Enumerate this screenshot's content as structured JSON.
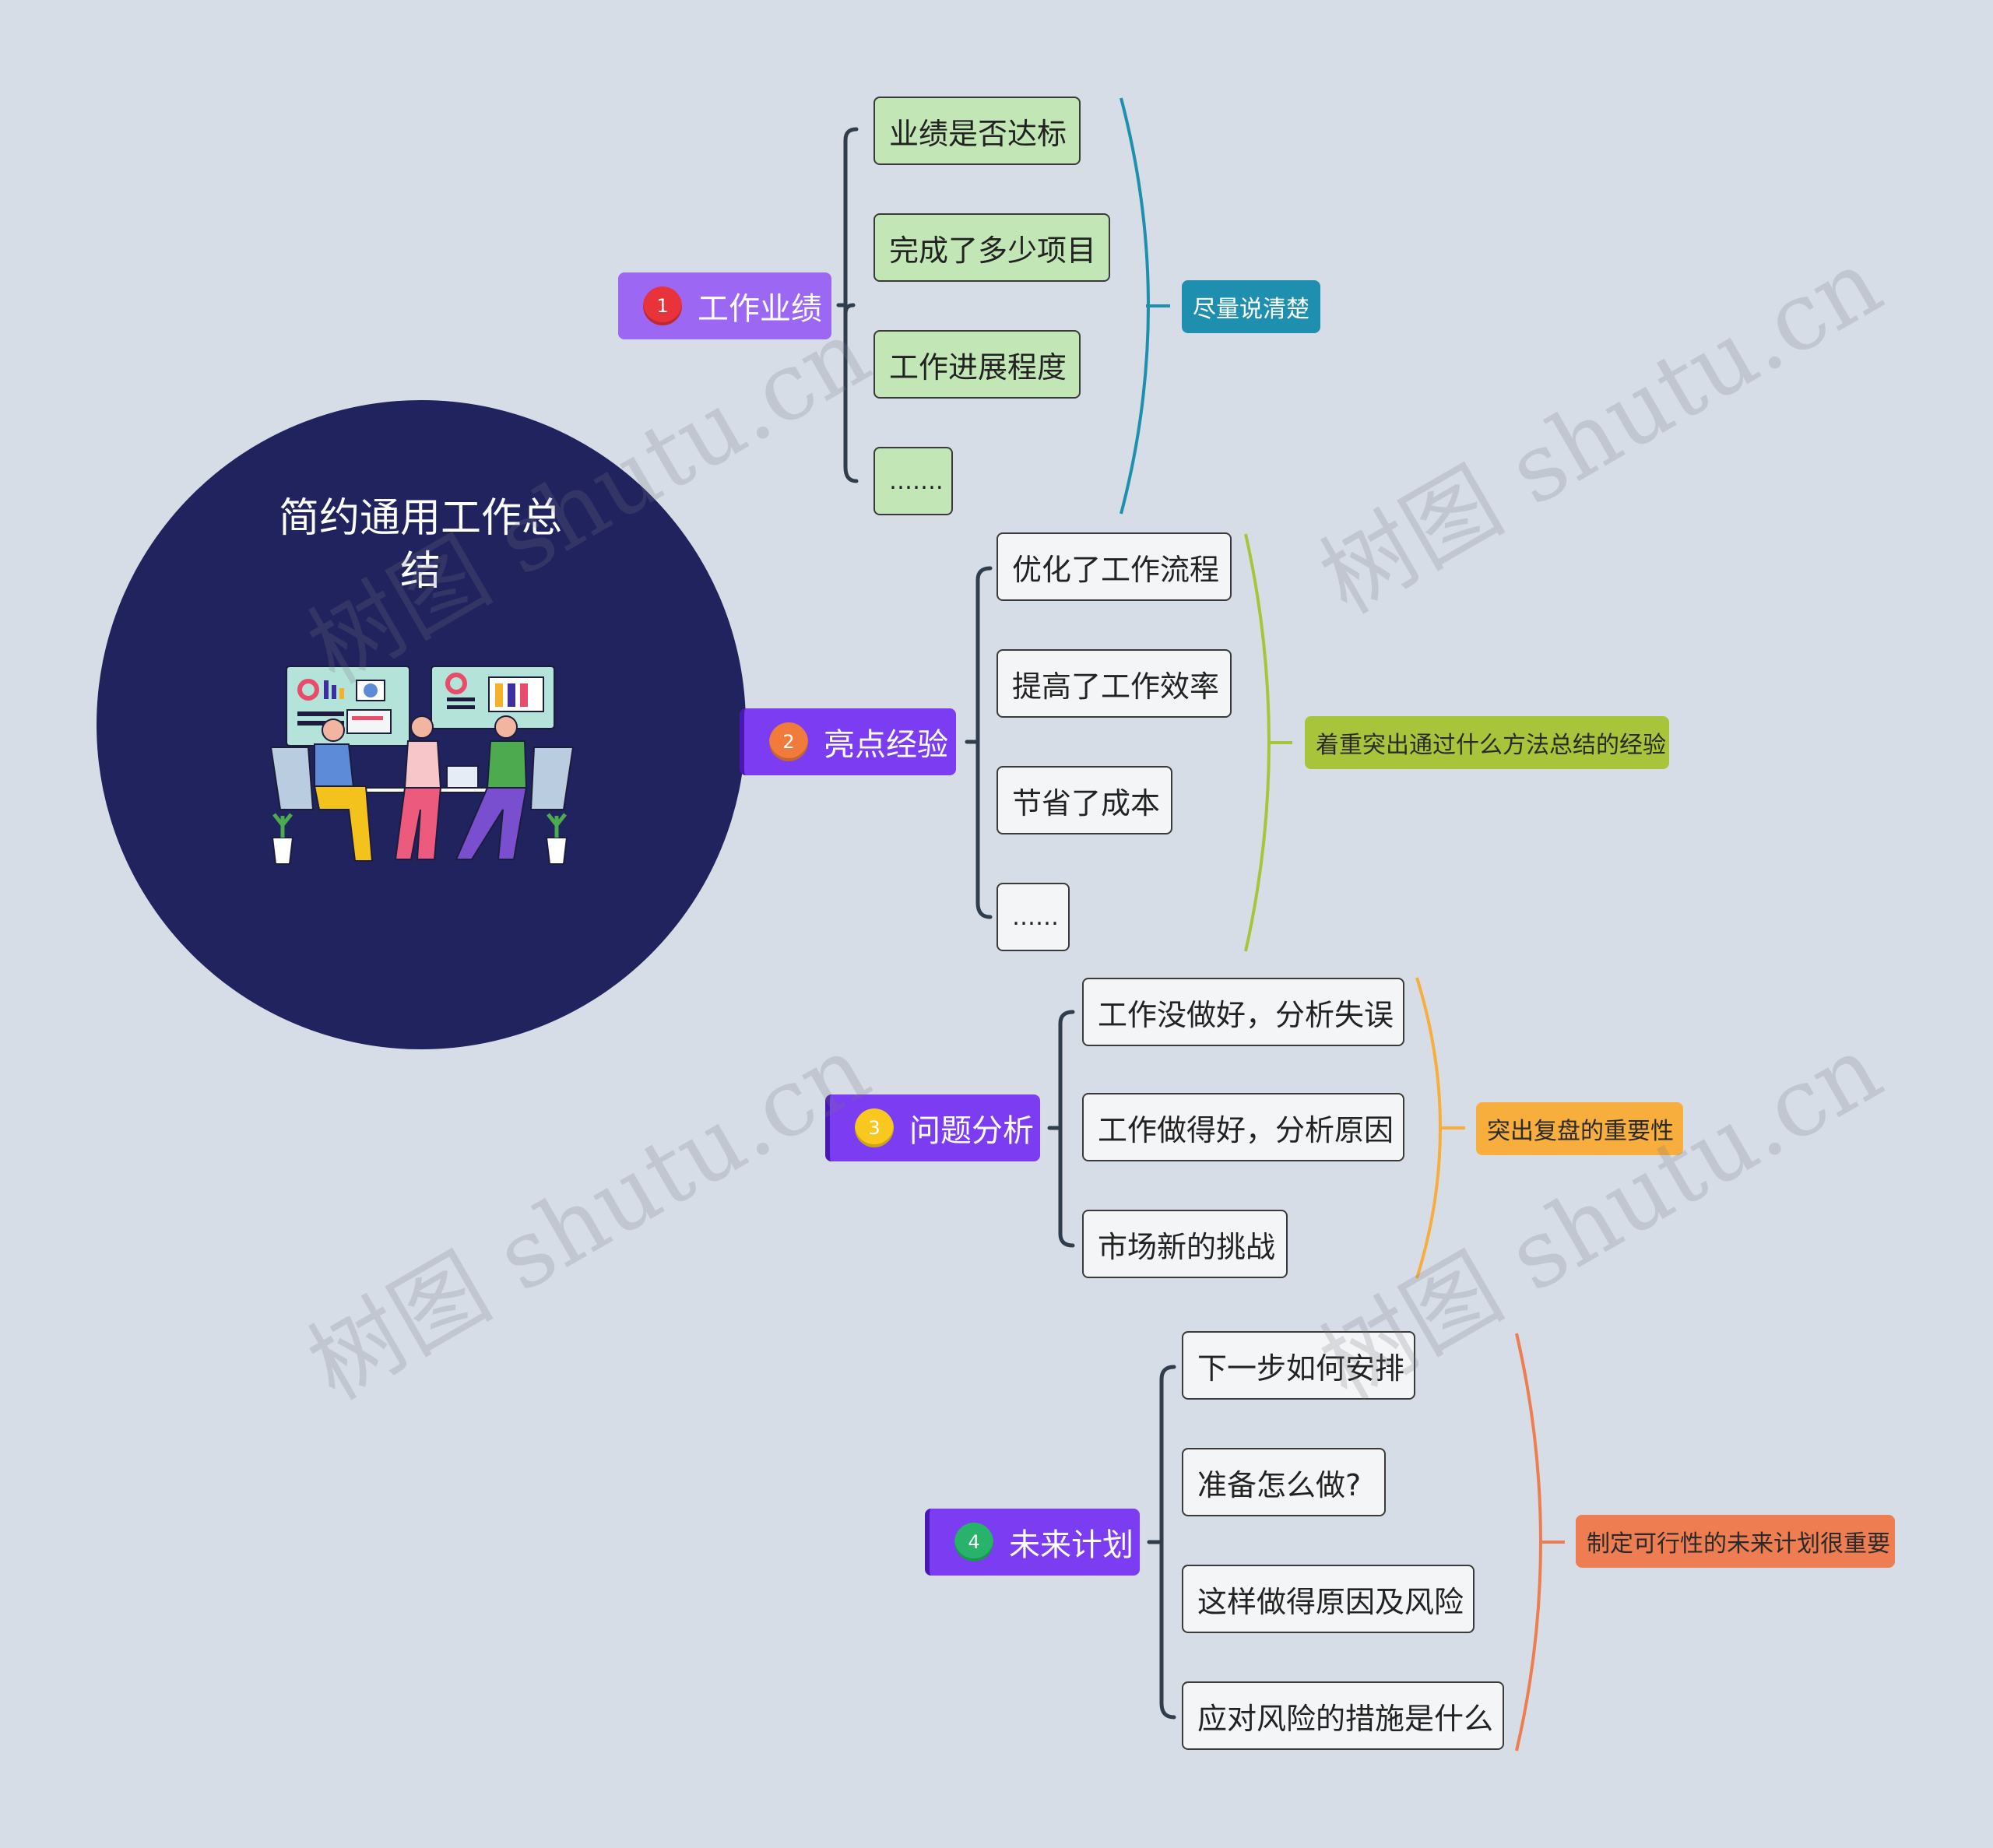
{
  "root": {
    "title_line1": "简约通用工作总",
    "title_line2": "结"
  },
  "branches": [
    {
      "num": "1",
      "label": "工作业绩",
      "leaves": [
        "业绩是否达标",
        "完成了多少项目",
        "工作进展程度",
        "……."
      ],
      "note": "尽量说清楚",
      "color": "#1e8fae"
    },
    {
      "num": "2",
      "label": "亮点经验",
      "leaves": [
        "优化了工作流程",
        "提高了工作效率",
        "节省了成本",
        "……"
      ],
      "note": "着重突出通过什么方法总结的经验",
      "color": "#a8c43a"
    },
    {
      "num": "3",
      "label": "问题分析",
      "leaves": [
        "工作没做好，分析失误",
        "工作做得好，分析原因",
        "市场新的挑战"
      ],
      "note": "突出复盘的重要性",
      "color": "#f8ae3c"
    },
    {
      "num": "4",
      "label": "未来计划",
      "leaves": [
        "下一步如何安排",
        "准备怎么做?",
        "这样做得原因及风险",
        "应对风险的措施是什么"
      ],
      "note": "制定可行性的未来计划很重要",
      "color": "#ee7d52"
    }
  ],
  "watermark": "树图 shutu.cn",
  "colors": {
    "background": "#d6dde7",
    "root": "#20235e",
    "branch1": "#9b67f3",
    "branch_other": "#7b3cf2",
    "leaf_green": "#c3e6b7",
    "leaf_white": "#f4f5f7",
    "bracket": "#2f3d4d",
    "num1": "#e8333a",
    "num2": "#f07b3a",
    "num3": "#f8c81e",
    "num4": "#27b36a"
  }
}
